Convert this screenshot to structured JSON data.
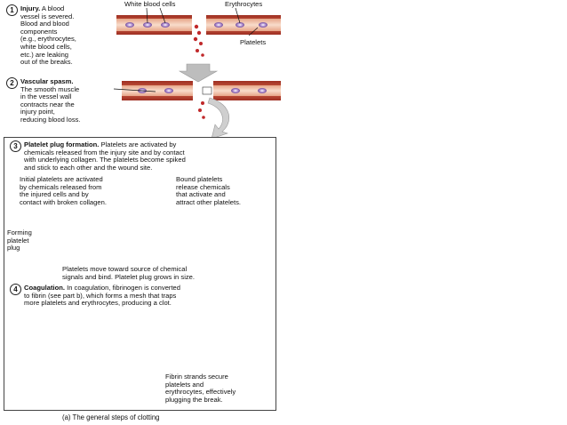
{
  "steps": [
    {
      "num": "1",
      "title": "Injury.",
      "text": " A blood\nvessel is severed.\nBlood and blood\ncomponents\n(e.g., erythrocytes,\nwhite blood cells,\netc.) are leaking\nout of the breaks."
    },
    {
      "num": "2",
      "title": "Vascular spasm.",
      "text": "\nThe smooth muscle\nin the vessel wall\ncontracts near the\ninjury point,\nreducing blood loss."
    },
    {
      "num": "3",
      "title": "Platelet plug formation.",
      "text": " Platelets are activated by\nchemicals released from the injury site and by contact\nwith underlying collagen. The platelets become spiked\nand stick to each other and the wound site."
    },
    {
      "num": "4",
      "title": "Coagulation.",
      "text": " In coagulation, fibrinogen is converted\nto fibrin (see part b), which forms a mesh that traps\nmore platelets and erythrocytes, producing a clot."
    }
  ],
  "labels": {
    "white_blood_cells": "White blood cells",
    "erythrocytes": "Erythrocytes",
    "platelets": "Platelets",
    "initial_platelets": "Initial platelets are activated\nby chemicals released from\nthe injured cells and by\ncontact with broken collagen.",
    "bound_platelets": "Bound platelets\nrelease chemicals\nthat activate and\nattract other platelets.",
    "forming_plug": "Forming\nplatelet\nplug",
    "platelets_move": "Platelets move toward source of chemical\nsignals and bind. Platelet plug grows in size.",
    "fibrin_strands": "Fibrin strands secure\nplatelets and\nerythrocytes, effectively\nplugging the break."
  },
  "caption": "(a) The general steps of clotting",
  "colors": {
    "vessel_wall": "#c8553a",
    "vessel_lumen": "#f4c9b0",
    "erythrocyte": "#c0282a",
    "white_cell": "#8a5fb0",
    "arrow": "#b9b9b9"
  }
}
